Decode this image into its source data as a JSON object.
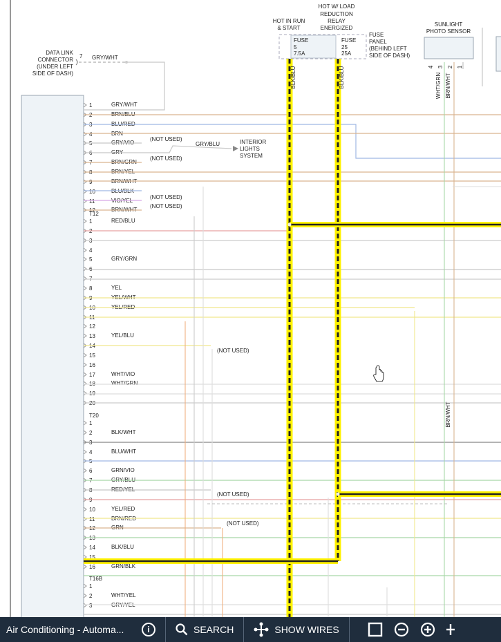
{
  "header_labels": {
    "hot_in_run": [
      "HOT IN RUN",
      "& START"
    ],
    "hot_w_load": [
      "HOT W/ LOAD",
      "REDUCTION",
      "RELAY",
      "ENERGIZED"
    ],
    "fuse_panel": [
      "FUSE",
      "PANEL",
      "(BEHIND LEFT",
      "SIDE OF DASH)"
    ],
    "sunlight": [
      "SUNLIGHT",
      "PHOTO SENSOR"
    ],
    "dlc": [
      "DATA LINK",
      "CONNECTOR",
      "(UNDER LEFT",
      "SIDE OF DASH)"
    ],
    "dlc_pin": "7",
    "dlc_wire": "GRY/WHT",
    "fuse5": [
      "FUSE",
      "5",
      "7.5A"
    ],
    "fuse25": [
      "FUSE",
      "25",
      "25A"
    ],
    "wire_blk_blu_1": "BLK/BLU",
    "wire_blk_blu_2": "BLK/BLU",
    "sensor_pins": [
      "4",
      "3",
      "2",
      "1"
    ],
    "sensor_wire_1": "WHT/GRN",
    "sensor_wire_2": "BRN/WHT",
    "sensor_wire_3": "BRN/WHT",
    "interior_lights": [
      "INTERIOR",
      "LIGHTS",
      "SYSTEM"
    ],
    "interior_wire": "GRY/BLU",
    "not_used": "(NOT USED)"
  },
  "connectors": [
    {
      "label": "",
      "pins": [
        [
          "1",
          "GRY/WHT"
        ],
        [
          "2",
          "BRN/BLU"
        ],
        [
          "3",
          "BLU/RED"
        ],
        [
          "4",
          "BRN"
        ],
        [
          "5",
          "GRY/VIO"
        ],
        [
          "6",
          "GRY"
        ],
        [
          "7",
          "BRN/GRN"
        ],
        [
          "8",
          "BRN/YEL"
        ],
        [
          "9",
          "BRN/WHT"
        ],
        [
          "10",
          "BLU/BLK"
        ],
        [
          "11",
          "VIO/YEL"
        ],
        [
          "12",
          "BRN/WHT"
        ]
      ]
    },
    {
      "label": "T12",
      "pins": [
        [
          "1",
          "RED/BLU"
        ],
        [
          "2",
          ""
        ],
        [
          "3",
          ""
        ],
        [
          "4",
          ""
        ],
        [
          "5",
          "GRY/GRN"
        ],
        [
          "6",
          ""
        ],
        [
          "7",
          ""
        ],
        [
          "8",
          "YEL"
        ],
        [
          "9",
          "YEL/WHT"
        ],
        [
          "10",
          "YEL/RED"
        ],
        [
          "11",
          ""
        ],
        [
          "12",
          ""
        ],
        [
          "13",
          "YEL/BLU"
        ],
        [
          "14",
          ""
        ],
        [
          "15",
          ""
        ],
        [
          "16",
          ""
        ],
        [
          "17",
          "WHT/VIO"
        ],
        [
          "18",
          "WHT/GRN"
        ],
        [
          "19",
          ""
        ],
        [
          "20",
          ""
        ]
      ]
    },
    {
      "label": "T20",
      "pins": [
        [
          "1",
          ""
        ],
        [
          "2",
          "BLK/WHT"
        ],
        [
          "3",
          ""
        ],
        [
          "4",
          "BLU/WHT"
        ],
        [
          "5",
          ""
        ],
        [
          "6",
          "GRN/VIO"
        ],
        [
          "7",
          "GRY/BLU"
        ],
        [
          "8",
          "RED/YEL"
        ],
        [
          "9",
          ""
        ],
        [
          "10",
          "YEL/RED"
        ],
        [
          "11",
          "BRN/RED"
        ],
        [
          "12",
          "GRN"
        ],
        [
          "13",
          ""
        ],
        [
          "14",
          "BLK/BLU"
        ],
        [
          "15",
          ""
        ],
        [
          "16",
          "GRN/BLK"
        ]
      ]
    },
    {
      "label": "T16B",
      "pins": [
        [
          "1",
          ""
        ],
        [
          "2",
          "WHT/YEL"
        ],
        [
          "3",
          "GRY/YEL"
        ]
      ]
    }
  ],
  "toolbar": {
    "title": "Air Conditioning - Automa...",
    "info": "i",
    "search_label": "SEARCH",
    "show_wires_label": "SHOW WIRES"
  }
}
